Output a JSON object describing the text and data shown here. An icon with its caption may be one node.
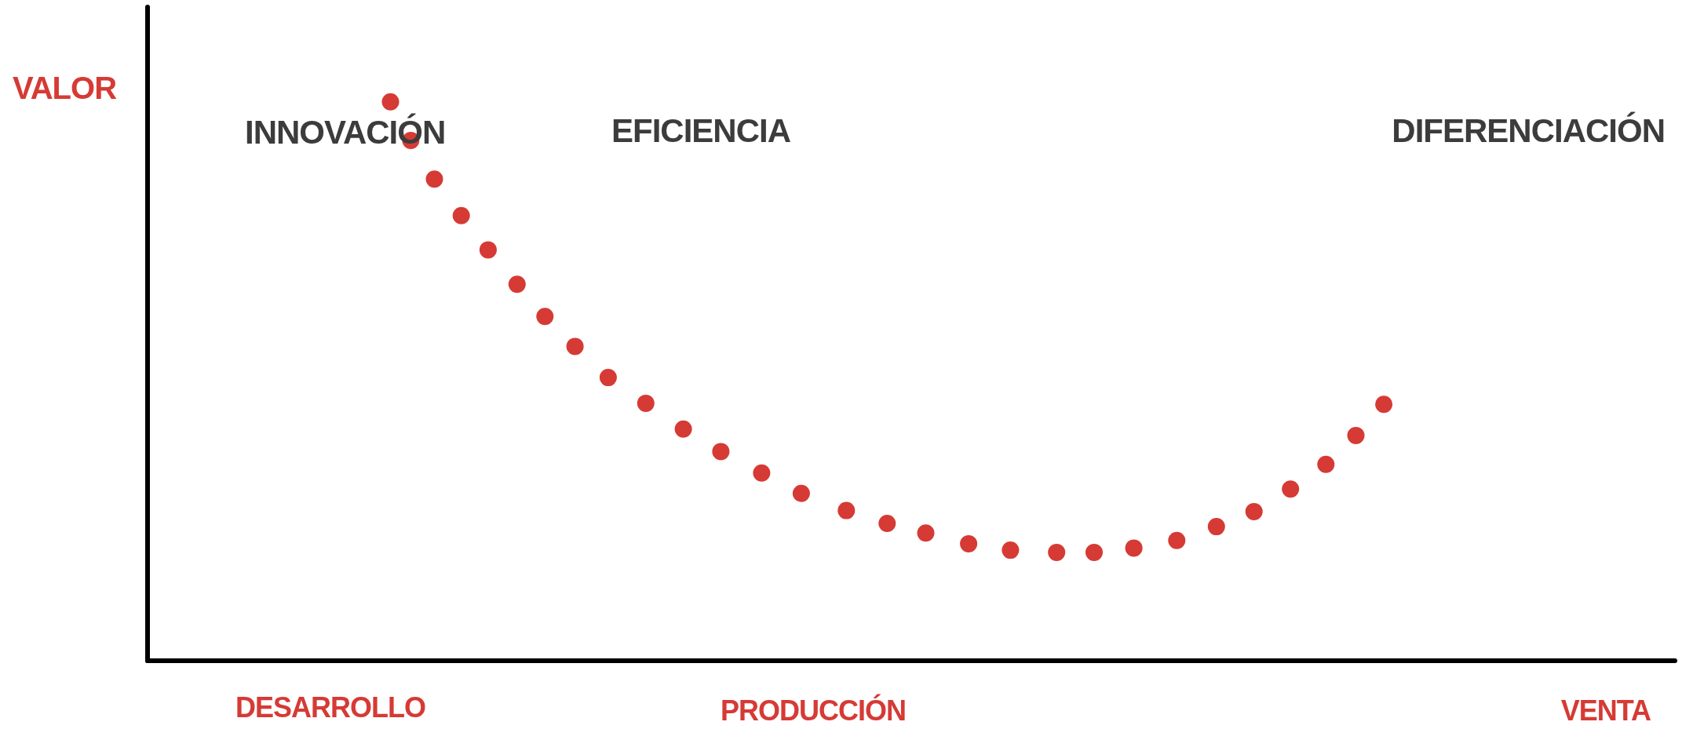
{
  "diagram": {
    "labels": [
      "VALOR",
      "INNOVACIÓN",
      "EFICIENCIA",
      "DIFERENCIACIÓN",
      "DESARROLLO",
      "PRODUCCIÓN",
      "VENTA"
    ]
  }
}
